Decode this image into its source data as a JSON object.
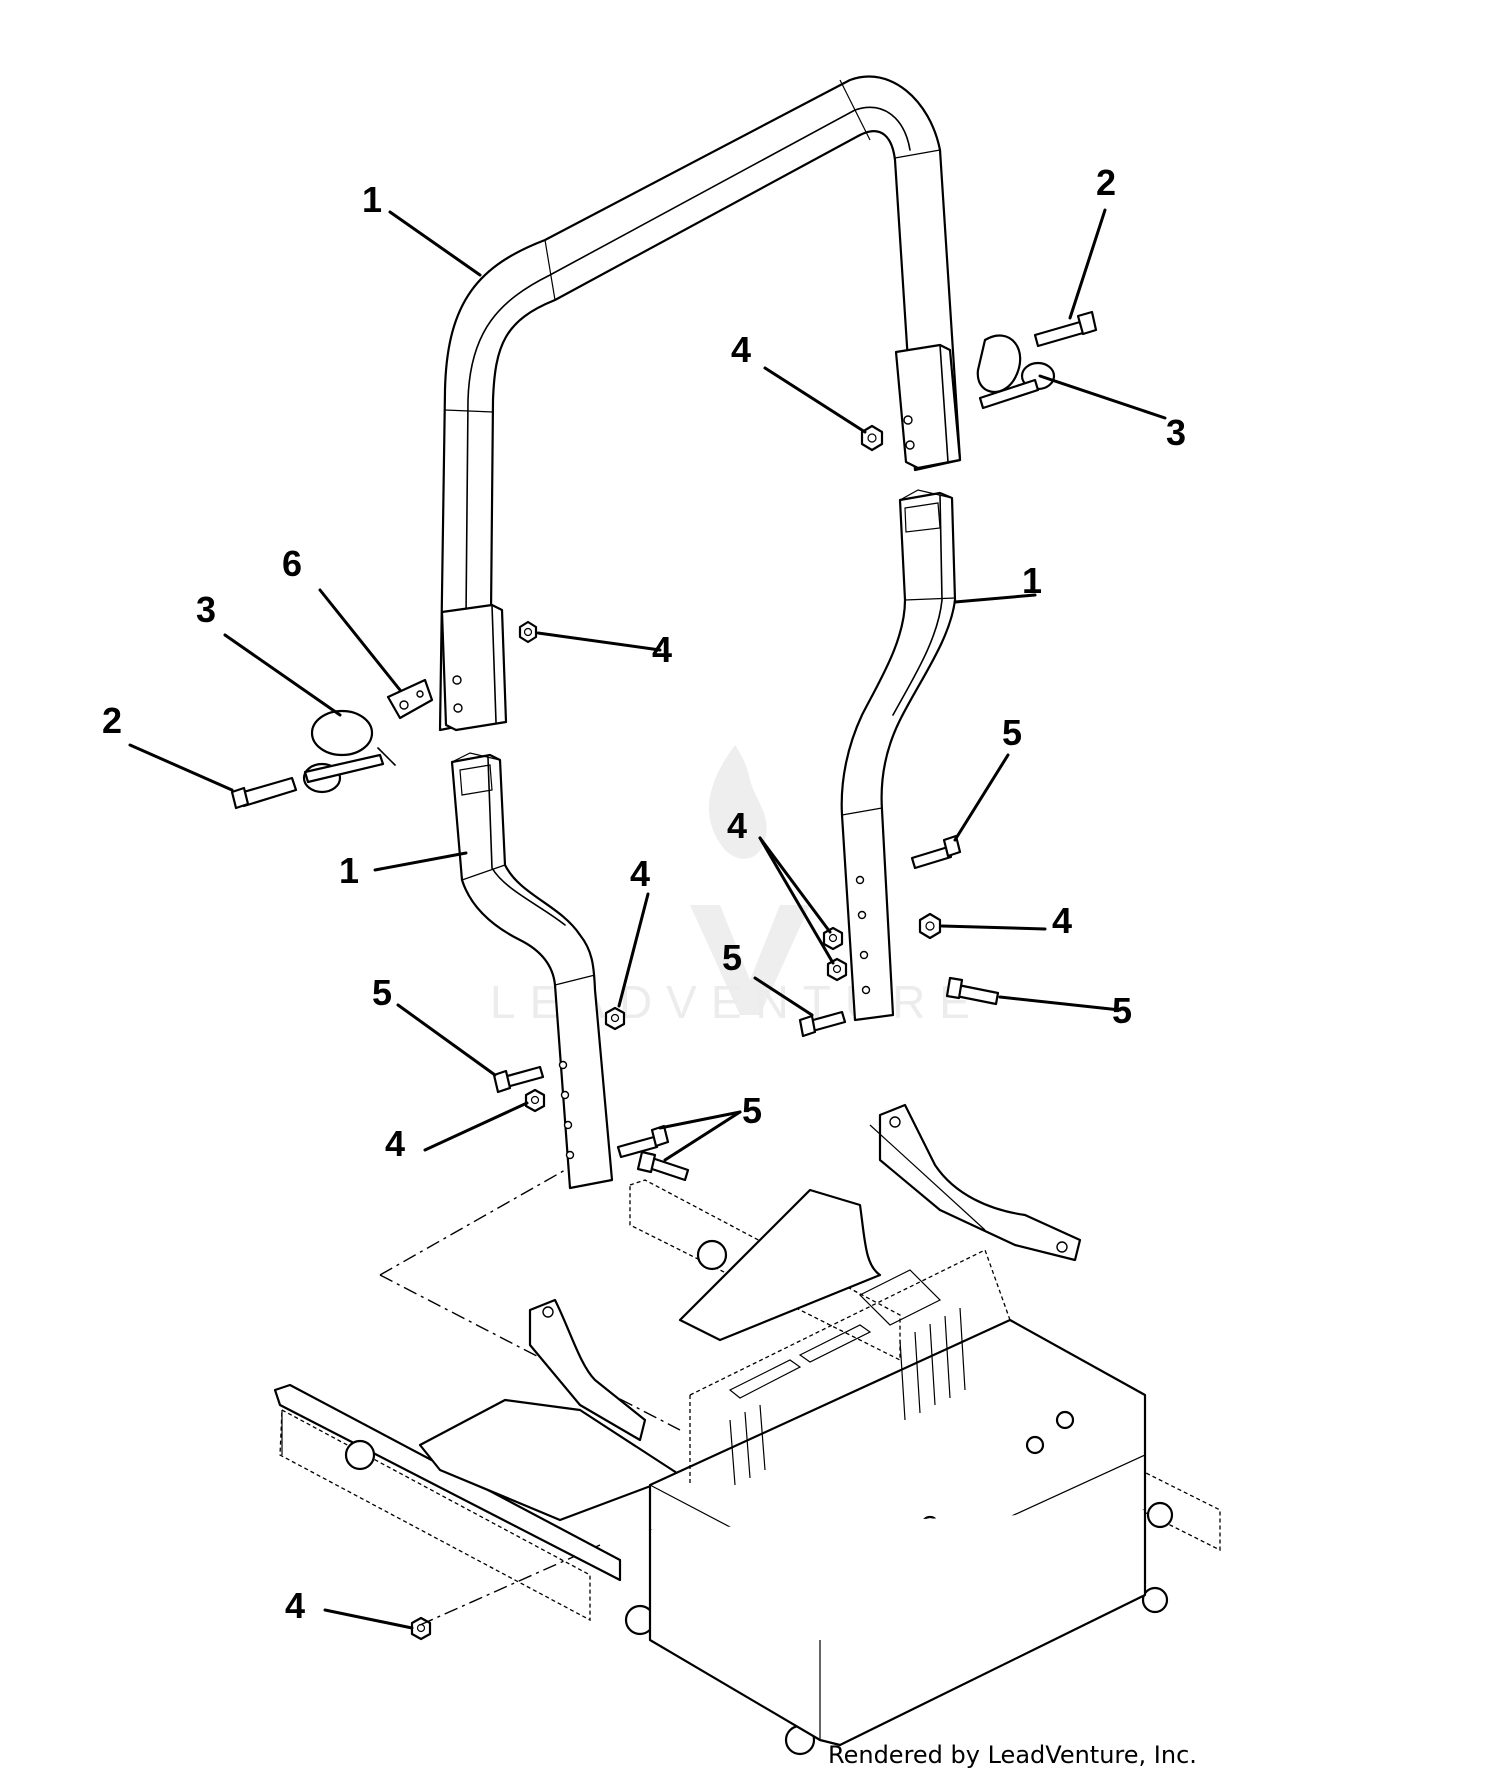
{
  "callouts": [
    {
      "id": "c1a",
      "label": "1"
    },
    {
      "id": "c1b",
      "label": "1"
    },
    {
      "id": "c1c",
      "label": "1"
    },
    {
      "id": "c2a",
      "label": "2"
    },
    {
      "id": "c2b",
      "label": "2"
    },
    {
      "id": "c3a",
      "label": "3"
    },
    {
      "id": "c3b",
      "label": "3"
    },
    {
      "id": "c4a",
      "label": "4"
    },
    {
      "id": "c4b",
      "label": "4"
    },
    {
      "id": "c4c",
      "label": "4"
    },
    {
      "id": "c4d",
      "label": "4"
    },
    {
      "id": "c4e",
      "label": "4"
    },
    {
      "id": "c4f",
      "label": "4"
    },
    {
      "id": "c4g",
      "label": "4"
    },
    {
      "id": "c5a",
      "label": "5"
    },
    {
      "id": "c5b",
      "label": "5"
    },
    {
      "id": "c5c",
      "label": "5"
    },
    {
      "id": "c5d",
      "label": "5"
    },
    {
      "id": "c5e",
      "label": "5"
    },
    {
      "id": "c6a",
      "label": "6"
    }
  ],
  "watermark": {
    "text": "LEADVENTURE"
  },
  "credit": {
    "text": "Rendered by LeadVenture, Inc."
  }
}
